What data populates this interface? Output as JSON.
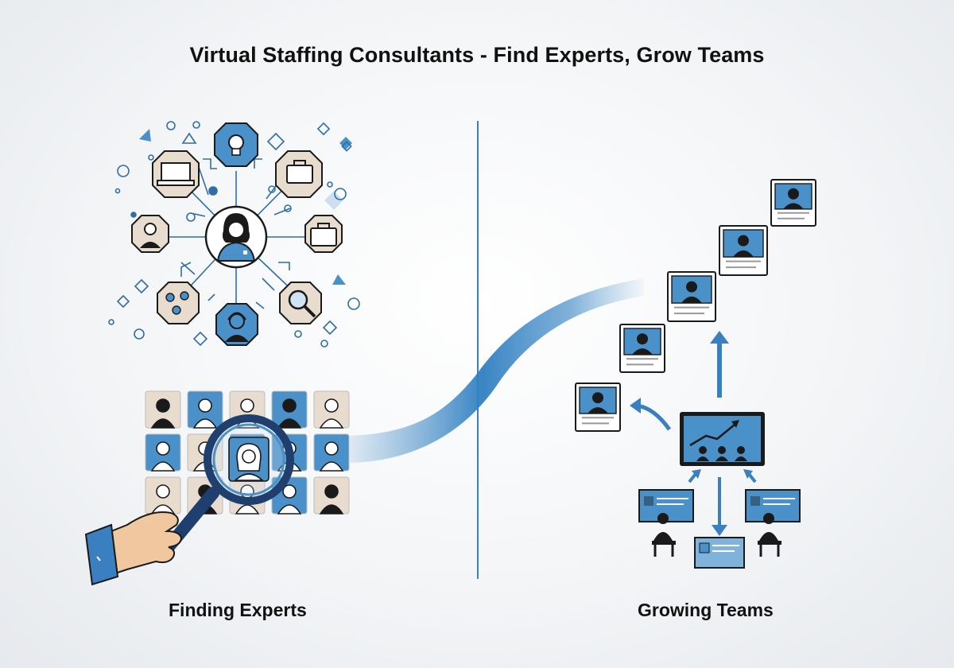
{
  "title": "Virtual Staffing Consultants - Find Experts, Grow Teams",
  "left_caption": "Finding Experts",
  "right_caption": "Growing Teams",
  "colors": {
    "accent_blue": "#4a90c9",
    "dark_blue": "#2f6ea6",
    "outline": "#1a1a1a",
    "tan": "#e8dccf",
    "light_blue": "#7fb3dc"
  },
  "icons": [
    "expert-hub-icon",
    "lightbulb-icon",
    "laptop-icon",
    "briefcase-icon",
    "worker-icon",
    "network-icon",
    "headset-agent-icon",
    "magnifier-icon",
    "candidate-grid",
    "hand-magnifier-icon",
    "growth-curve",
    "profile-card-icon",
    "team-presentation-icon",
    "up-arrow-icon"
  ]
}
